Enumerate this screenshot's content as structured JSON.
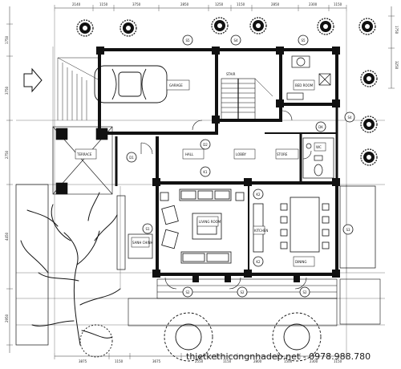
{
  "dimensions_top": [
    "2140",
    "1150",
    "3750",
    "2850",
    "1250",
    "1150",
    "2850",
    "2300",
    "1150"
  ],
  "dimensions_bottom": [
    "3875",
    "1150",
    "3675",
    "2550",
    "1150",
    "2800",
    "1500",
    "2300",
    "1150"
  ],
  "dimensions_left": [
    "1750",
    "3750",
    "2750",
    "4450",
    "2950"
  ],
  "dimensions_right": [
    "1750",
    "3250"
  ],
  "rooms": {
    "garage": "GARAGE",
    "bedroom": "BED ROOM",
    "stair": "STAIR",
    "living": "LIVING ROOM",
    "dining": "DINING",
    "kitchen": "KITCHEN",
    "wc": "WC",
    "lobby": "LOBBY",
    "hall": "HALL",
    "terrace": "TERRACE",
    "store": "STORE",
    "sanh": "SANH CHINH"
  },
  "tags": {
    "s5_a": "S5",
    "s4_a": "S4",
    "s5_b": "S5",
    "s4_b": "S4",
    "d2": "D2",
    "d1": "D1",
    "k1": "K1",
    "k2_a": "K2",
    "k2_b": "K2",
    "s1": "S1",
    "s3": "S3",
    "s2_a": "S2",
    "s2_b": "S2",
    "s2_c": "S2",
    "dk": "DK"
  },
  "watermark": "thietkethicongnhadep.net - 0978.988.780"
}
